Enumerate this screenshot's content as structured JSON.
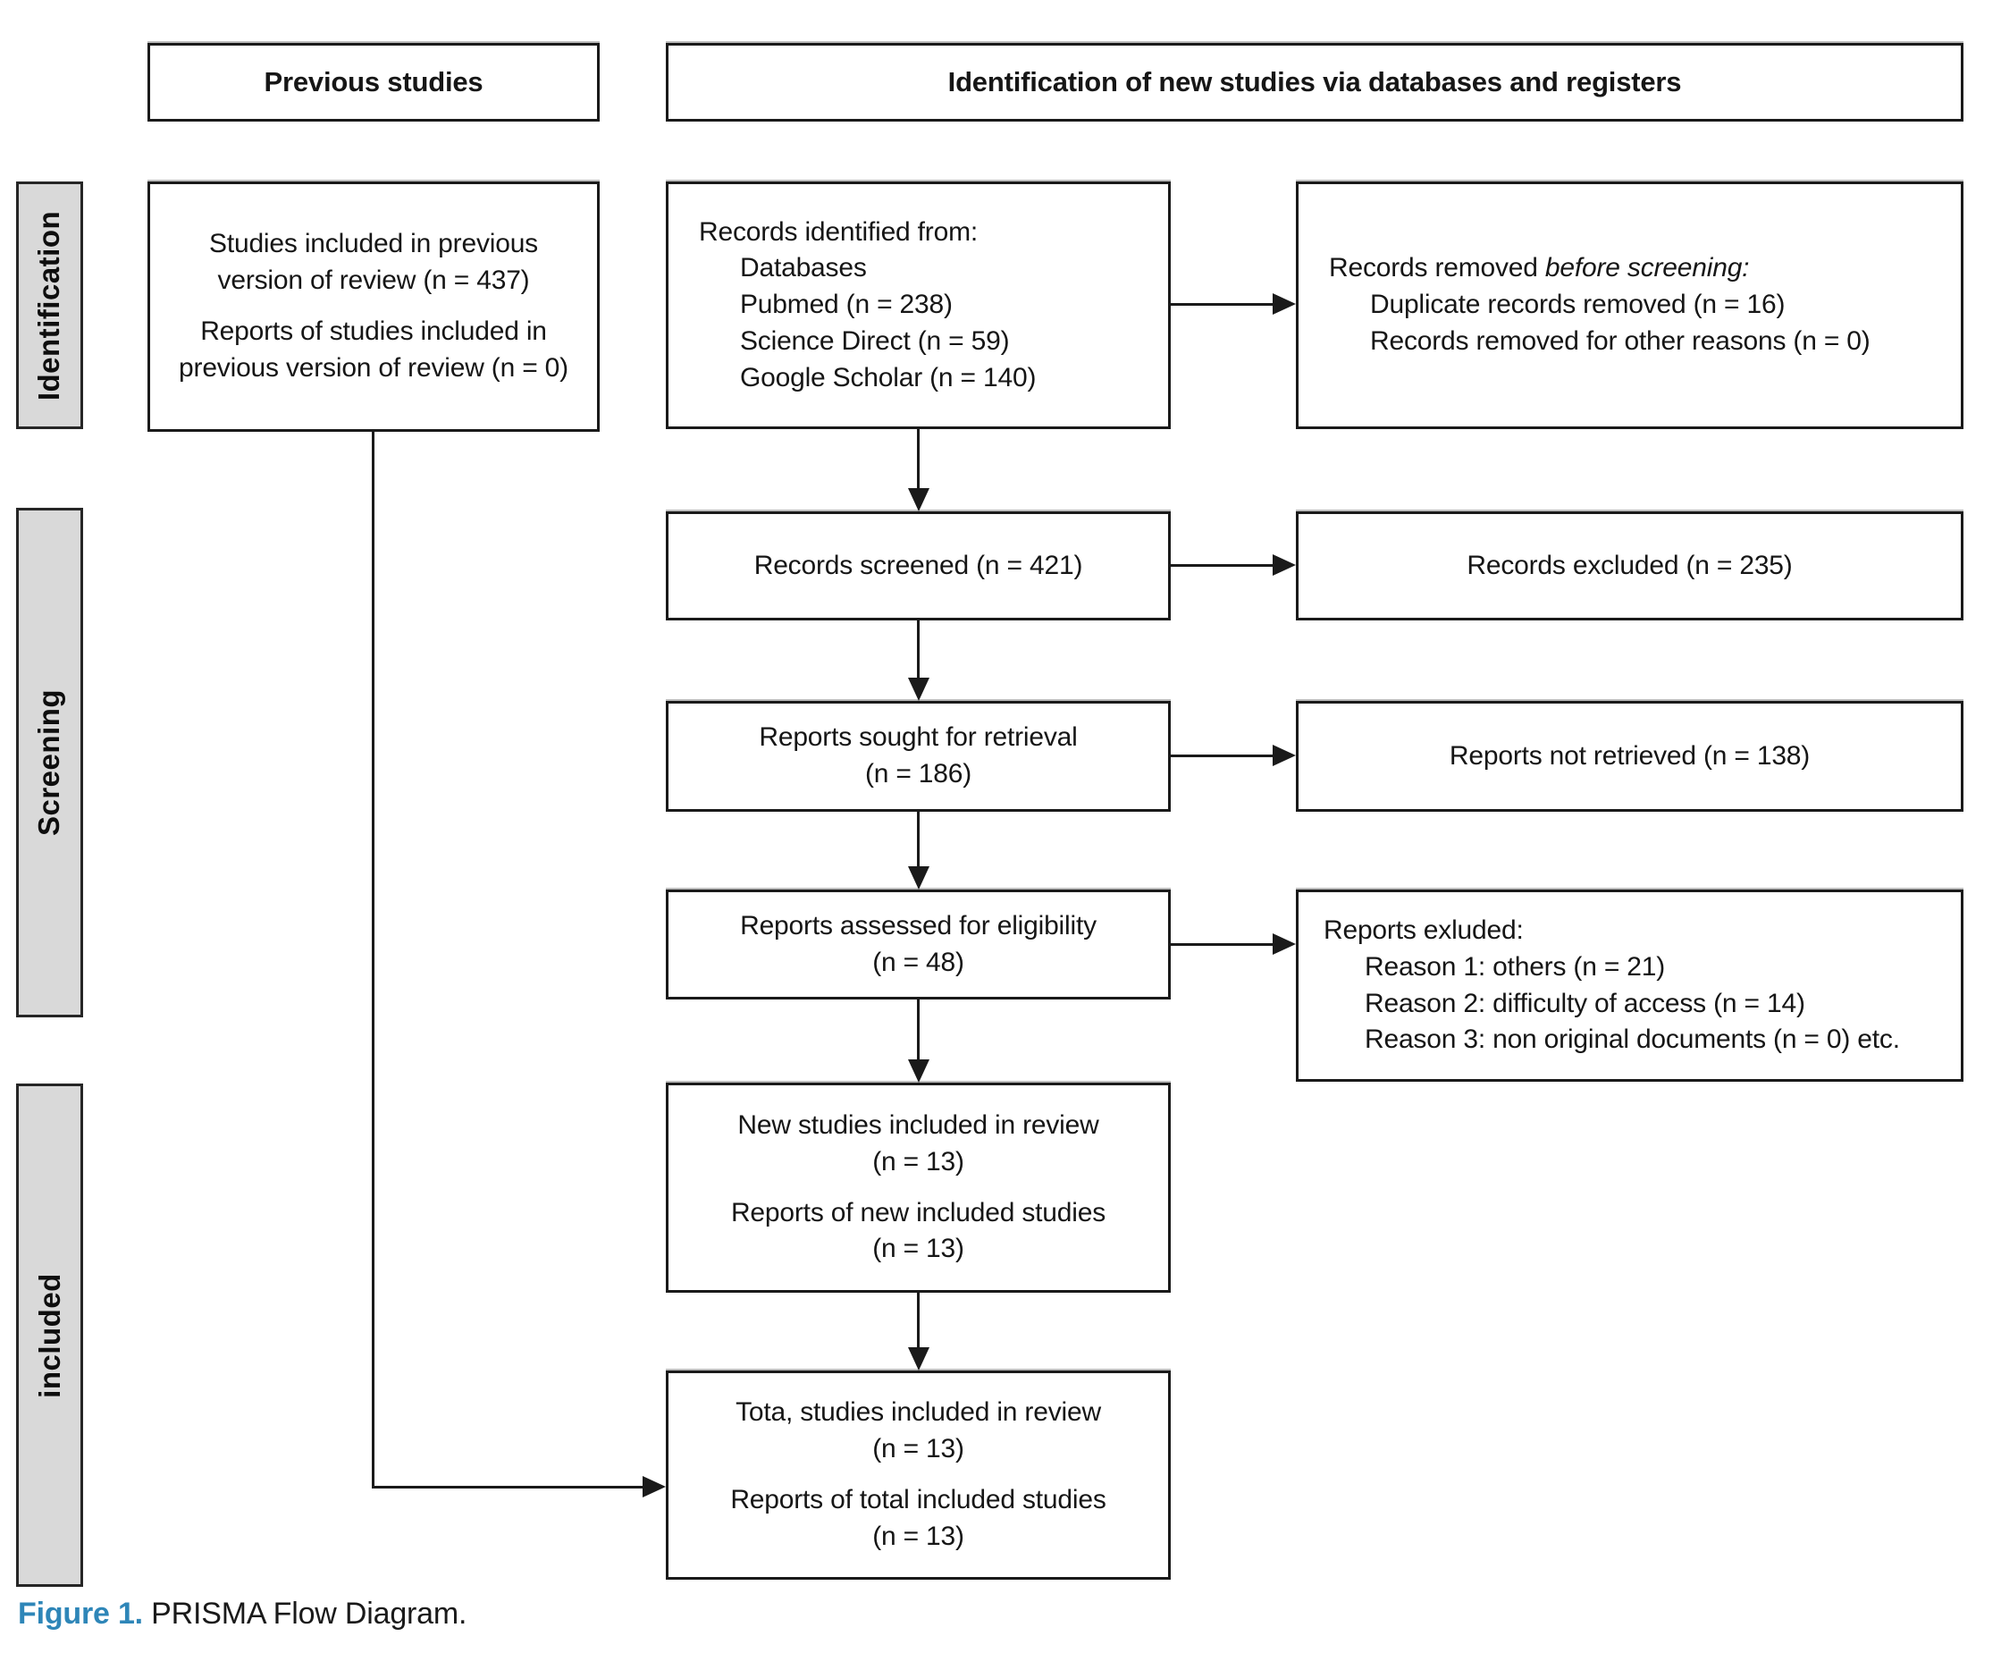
{
  "headers": {
    "previous_studies": "Previous studies",
    "new_studies": "Identification of new studies via databases and registers"
  },
  "sidebar": {
    "identification": "Identification",
    "screening": "Screening",
    "included": "included"
  },
  "previous_box": {
    "para1": "Studies included in previous version of review (n = 437)",
    "para2": "Reports of studies included in previous version of review (n = 0)"
  },
  "records_identified": {
    "title": "Records identified from:",
    "items": [
      "Databases",
      "Pubmed (n = 238)",
      "Science Direct (n = 59)",
      "Google Scholar (n = 140)"
    ]
  },
  "records_removed": {
    "title_prefix": "Records removed ",
    "title_italic": "before screening:",
    "items": [
      "Duplicate records removed (n = 16)",
      "Records removed for other reasons (n = 0)"
    ]
  },
  "records_screened": {
    "label": "Records screened (n = 421)"
  },
  "records_excluded": {
    "label": "Records excluded (n = 235)"
  },
  "reports_sought": {
    "line1": "Reports sought for retrieval",
    "line2": "(n = 186)"
  },
  "reports_not_retrieved": {
    "label": "Reports not retrieved (n = 138)"
  },
  "reports_assessed": {
    "line1": "Reports assessed for eligibility",
    "line2": "(n = 48)"
  },
  "reports_excluded": {
    "title": "Reports exluded:",
    "items": [
      "Reason 1: others (n = 21)",
      "Reason 2: difficulty of access (n = 14)",
      "Reason 3: non original documents (n = 0) etc."
    ]
  },
  "new_studies_box": {
    "para1_line1": "New studies included in review",
    "para1_line2": "(n = 13)",
    "para2_line1": "Reports of new included studies",
    "para2_line2": "(n = 13)"
  },
  "total_box": {
    "para1_line1": "Tota, studies included in review",
    "para1_line2": "(n = 13)",
    "para2_line1": "Reports of total included studies",
    "para2_line2": "(n = 13)"
  },
  "caption": {
    "label": "Figure 1.",
    "text": " PRISMA Flow Diagram."
  },
  "colors": {
    "caption_accent": "#2e86b8",
    "sidebar_fill": "#d9d9d9",
    "box_border": "#1a1a1a",
    "arrow": "#1a1a1a"
  }
}
